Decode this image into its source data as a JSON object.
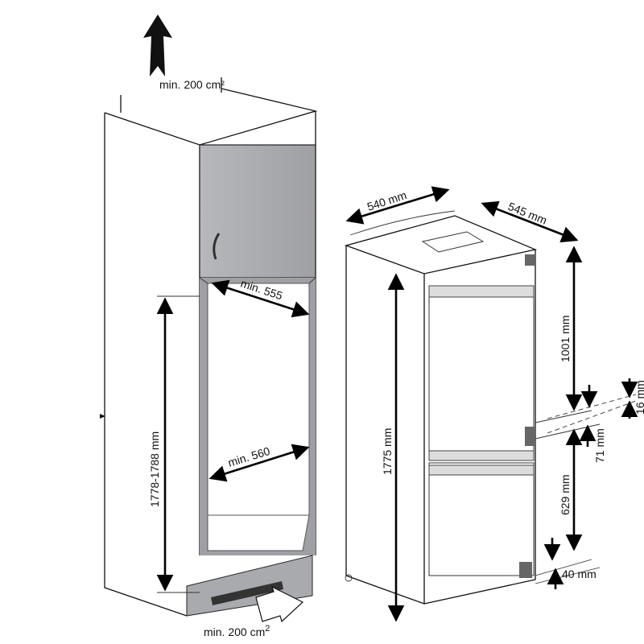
{
  "cabinet": {
    "top_vent_label": "min. 200 cm²",
    "bottom_vent_label": "min. 200 cm",
    "bottom_vent_sup": "2",
    "height_label": "1778-1788 mm",
    "depth_label": "min. 555",
    "width_label": "min. 560"
  },
  "fridge": {
    "width_label": "540 mm",
    "depth_label": "545 mm",
    "height_label": "1775 mm",
    "upper_door_label": "1001 mm",
    "gap_label": "71 mm",
    "gap_small_label": "16 mm",
    "lower_door_label": "629 mm",
    "bottom_label": "40 mm"
  },
  "colors": {
    "panel_gray": "#a9aaad",
    "line": "#111111"
  }
}
